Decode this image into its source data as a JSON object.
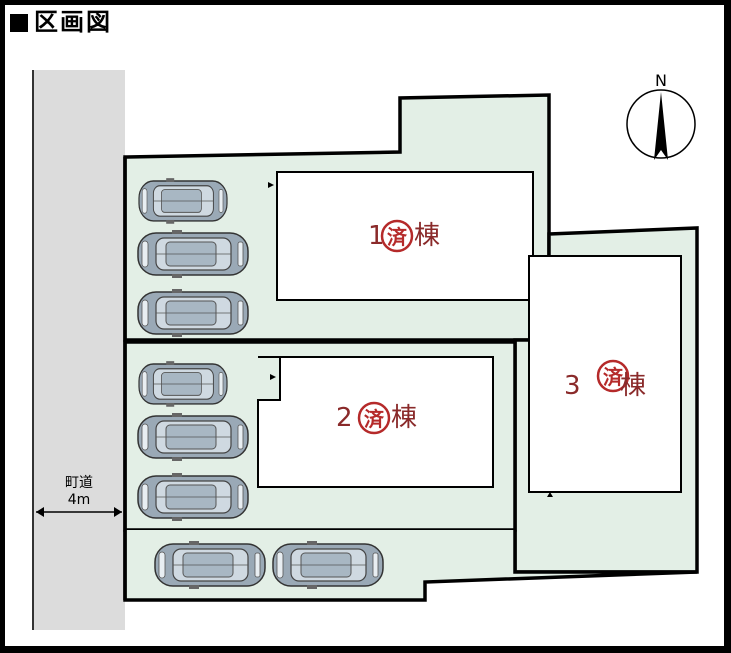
{
  "title": "区画図",
  "compass": {
    "north_label": "N"
  },
  "road": {
    "name": "町道",
    "width": "4m"
  },
  "buildings": [
    {
      "id": "building-1",
      "label_num": "1",
      "label_mark": "済",
      "label_suffix": "棟"
    },
    {
      "id": "building-2",
      "label_num": "2",
      "label_mark": "済",
      "label_suffix": "棟"
    },
    {
      "id": "building-3",
      "label_num": "3",
      "label_mark": "済",
      "label_suffix": "棟"
    }
  ],
  "colors": {
    "lot_fill": "#e3efe6",
    "road_fill": "#dcdcdc",
    "car_body": "#9aa9b6",
    "sold_stamp": "#b52a2a"
  },
  "parking_spaces": 8
}
